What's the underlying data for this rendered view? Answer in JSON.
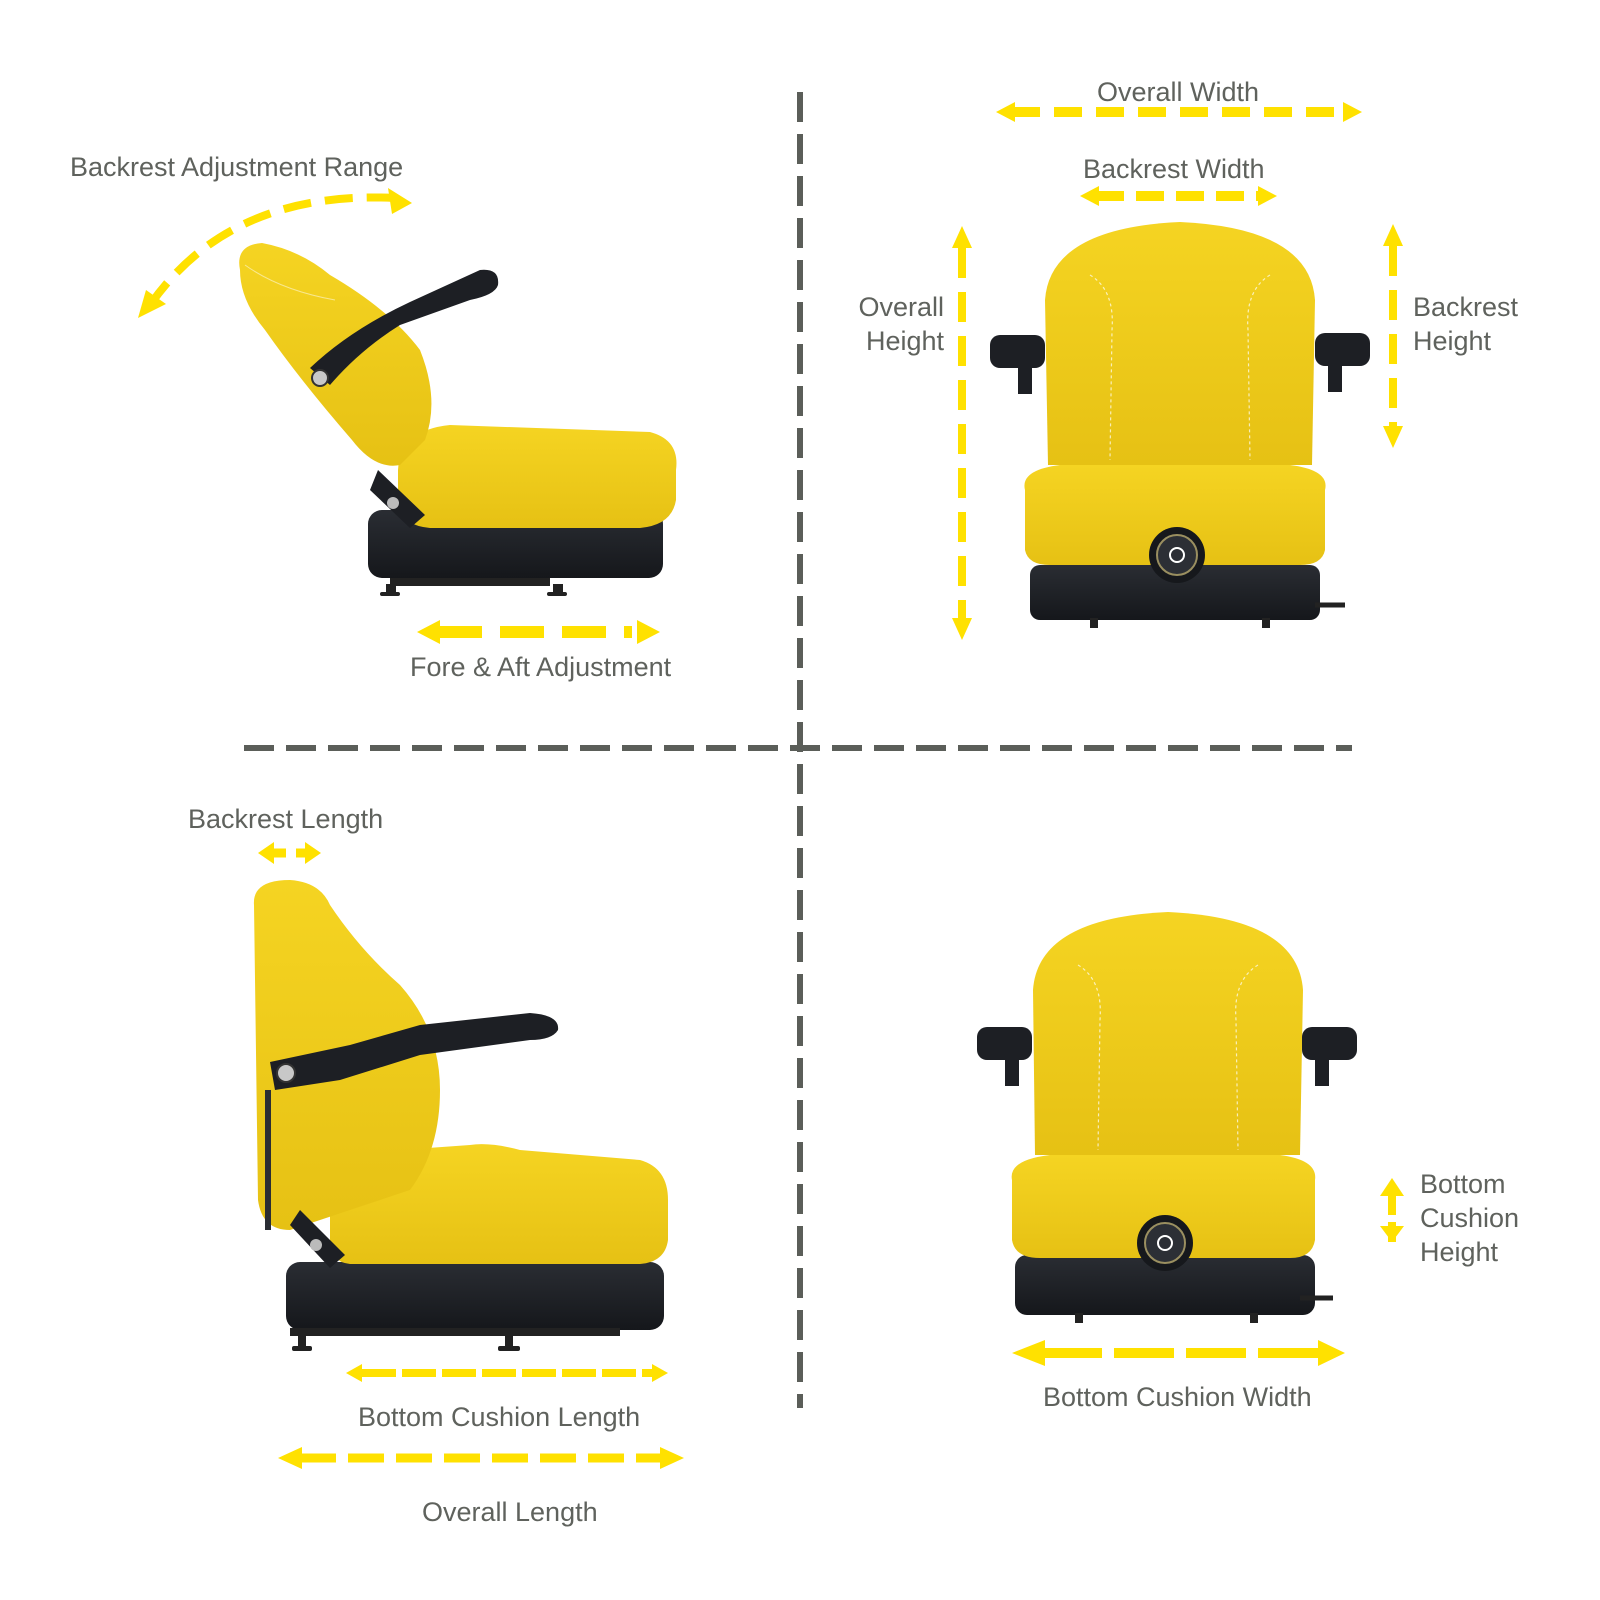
{
  "diagram": {
    "colors": {
      "arrow": "#ffe100",
      "divider": "#5b5e59",
      "label_text": "#5f625d",
      "seat_yellow": "#f2cf1b",
      "seat_yellow_dark": "#d9b412",
      "seat_black": "#1d1f24"
    },
    "quadrants": {
      "top_left": {
        "view": "side view, reclined backrest",
        "labels": {
          "backrest_adjustment_range": "Backrest Adjustment Range",
          "fore_aft_adjustment": "Fore & Aft Adjustment"
        }
      },
      "top_right": {
        "view": "front view",
        "labels": {
          "overall_width": "Overall Width",
          "backrest_width": "Backrest Width",
          "overall_height": [
            "Overall",
            "Height"
          ],
          "backrest_height": [
            "Backrest",
            "Height"
          ]
        }
      },
      "bottom_left": {
        "view": "side view, upright backrest",
        "labels": {
          "backrest_length": "Backrest Length",
          "bottom_cushion_length": "Bottom Cushion Length",
          "overall_length": "Overall Length"
        }
      },
      "bottom_right": {
        "view": "front view",
        "labels": {
          "bottom_cushion_height": [
            "Bottom",
            "Cushion",
            "Height"
          ],
          "bottom_cushion_width": "Bottom Cushion Width"
        }
      }
    }
  }
}
